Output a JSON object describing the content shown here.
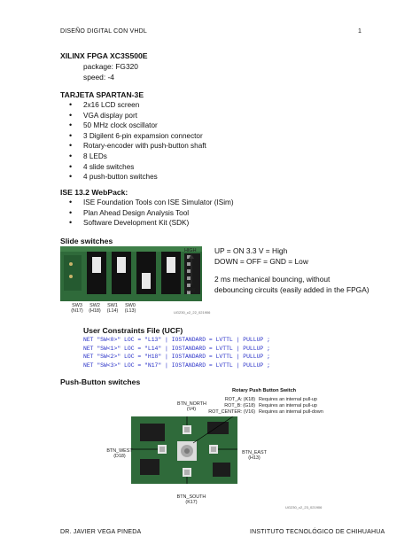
{
  "header": {
    "left": "DISEÑO DIGITAL CON VHDL",
    "page": "1"
  },
  "fpga": {
    "title": "XILINX FPGA XC3S500E",
    "package": "package: FG320",
    "speed": "speed: -4"
  },
  "board": {
    "title": "TARJETA SPARTAN-3E",
    "items": [
      "2x16 LCD screen",
      "VGA display port",
      "50 MHz clock oscillator",
      "3 Digilent 6-pin expamsion connector",
      "Rotary-encoder with push-button shaft",
      "8 LEDs",
      "4 slide switches",
      "4 push-button switches"
    ]
  },
  "ise": {
    "title": "ISE 13.2 WebPack:",
    "items": [
      "ISE Foundation Tools con ISE Simulator (ISim)",
      "Plan Ahead Design Analysis Tool",
      "Software Development Kit (SDK)"
    ]
  },
  "slide": {
    "title": "Slide switches",
    "high": "HIGH",
    "low": "LOW",
    "switches": [
      {
        "name": "SW3",
        "pin": "(N17)"
      },
      {
        "name": "SW2",
        "pin": "(H18)"
      },
      {
        "name": "SW1",
        "pin": "(L14)"
      },
      {
        "name": "SW0",
        "pin": "(L13)"
      }
    ],
    "fig_id": "UG230_c2_22_021906",
    "desc1": "UP = ON 3.3 V = High",
    "desc2": "DOWN = OFF = GND = Low",
    "desc3": "2 ms mechanical bouncing, without",
    "desc4": "debouncing circuits (easily added in the FPGA)"
  },
  "ucf": {
    "title": "User Constraints File (UCF)",
    "lines": [
      "NET \"SW<0>\" LOC = \"L13\" | IOSTANDARD = LVTTL | PULLUP ;",
      "NET \"SW<1>\" LOC = \"L14\" | IOSTANDARD = LVTTL | PULLUP ;",
      "NET \"SW<2>\" LOC = \"H18\" | IOSTANDARD = LVTTL | PULLUP ;",
      "NET \"SW<3>\" LOC = \"N17\" | IOSTANDARD = LVTTL | PULLUP ;"
    ]
  },
  "push": {
    "title": "Push-Button switches",
    "rotary_title": "Rotary Push Button Switch",
    "rot_lines": [
      {
        "pin": "ROT_A: (K18)",
        "note": "Requires an internal pull-up"
      },
      {
        "pin": "ROT_B: (G18)",
        "note": "Requires an internal pull-up"
      },
      {
        "pin": "ROT_CENTER: (V16)",
        "note": "Requires an internal pull-down"
      }
    ],
    "north": {
      "name": "BTN_NORTH",
      "pin": "(V4)"
    },
    "west": {
      "name": "BTN_WEST",
      "pin": "(D18)"
    },
    "east": {
      "name": "BTN_EAST",
      "pin": "(H13)"
    },
    "south": {
      "name": "BTN_SOUTH",
      "pin": "(K17)"
    },
    "fig_id": "UG230_c2_23_021906"
  },
  "footer": {
    "left": "DR. JAVIER VEGA PINEDA",
    "right": "INSTITUTO TECNOLÓGICO DE CHIHUAHUA"
  }
}
